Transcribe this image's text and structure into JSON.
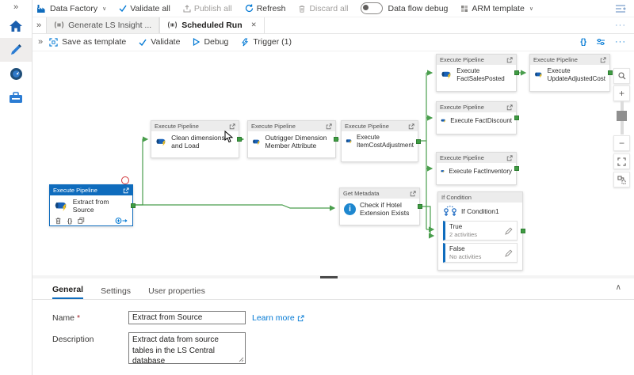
{
  "glyphs": {
    "expand": "»",
    "chevron_down": "∨",
    "close": "✕",
    "ellipsis": "···",
    "braces": "{}",
    "collapse": "∧",
    "zoom_in": "+",
    "zoom_out": "−",
    "info": "i"
  },
  "topbar": {
    "data_factory": "Data Factory",
    "validate_all": "Validate all",
    "publish_all": "Publish all",
    "refresh": "Refresh",
    "discard_all": "Discard all",
    "data_flow_debug": "Data flow debug",
    "arm_template": "ARM template"
  },
  "tab_bar": {
    "tabs": [
      {
        "label": "Generate LS Insight ...",
        "active": false
      },
      {
        "label": "Scheduled Run",
        "active": true
      }
    ]
  },
  "pipeline_toolbar": {
    "save_as_template": "Save as template",
    "validate": "Validate",
    "debug": "Debug",
    "trigger": "Trigger (1)"
  },
  "canvas": {
    "nodes": [
      {
        "type": "Execute Pipeline",
        "name": "Extract from Source",
        "selected": true
      },
      {
        "type": "Execute Pipeline",
        "name": "Clean dimensions and Load"
      },
      {
        "type": "Execute Pipeline",
        "name": "Outrigger Dimension Member Attribute"
      },
      {
        "type": "Execute Pipeline",
        "name": "Execute ItemCostAdjustment"
      },
      {
        "type": "Execute Pipeline",
        "name": "Execute FactSalesPosted"
      },
      {
        "type": "Execute Pipeline",
        "name": "Execute UpdateAdjustedCost"
      },
      {
        "type": "Execute Pipeline",
        "name": "Execute FactDiscount"
      },
      {
        "type": "Execute Pipeline",
        "name": "Execute FactInventory"
      },
      {
        "type": "Get Metadata",
        "name": "Check if Hotel Extension Exists"
      },
      {
        "type": "If Condition",
        "name": "If Condition1",
        "branches": [
          {
            "label": "True",
            "detail": "2 activities"
          },
          {
            "label": "False",
            "detail": "No activities"
          }
        ]
      }
    ]
  },
  "properties_panel": {
    "tabs": [
      {
        "label": "General",
        "active": true
      },
      {
        "label": "Settings",
        "active": false
      },
      {
        "label": "User properties",
        "active": false
      }
    ],
    "name_label": "Name",
    "required_mark": "*",
    "name_value": "Extract from Source",
    "learn_more": "Learn more",
    "description_label": "Description",
    "description_value": "Extract data from source tables in the LS Central database"
  },
  "colors": {
    "accent": "#0078d4",
    "selected_node_header": "#0f6cbd",
    "connector": "#4a9e4d",
    "error_badge": "#d13438"
  }
}
